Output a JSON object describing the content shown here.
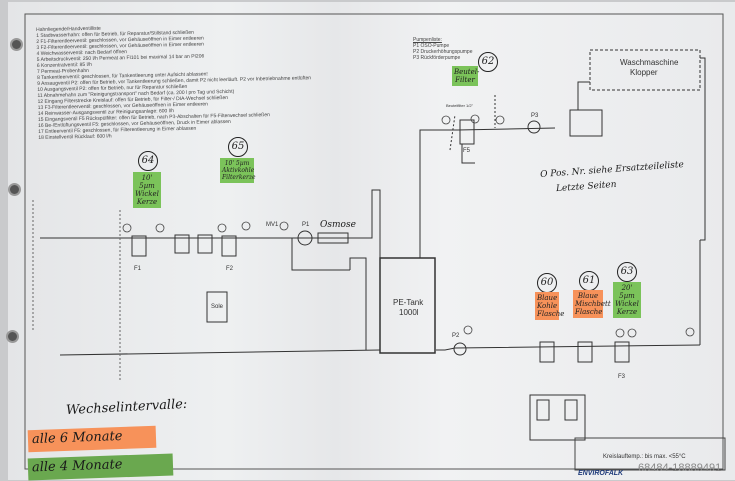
{
  "legend": {
    "title": "Hahnliegende/Handventilliste",
    "items": [
      "1  Stadtwasserhahn: offen für Betrieb, für Reparatur/Stillstand schließen",
      "2  F1-Filterentleerventil: geschlossen, vor Gehäuseöffnen in Eimer entleeren",
      "3  F2-Filterentleerventil: geschlossen, vor Gehäuseöffnen in Eimer entleeren",
      "4  Weichwasserventil: nach Bedarf öffnen",
      "5  Arbeitsdruckventil: 250 l/h Permeat an FI101 bei maximal 14 bar an PI206",
      "6  Konzentratventil: 85 l/h",
      "7  Permeat-Probenhahn",
      "8  Tankentleerventil: geschlossen, für Tankentleerung unter Aufsicht ablassen!",
      "9  Ansaugventil P2: offen für Betrieb, vor Tankentleerung schließen, damit P2 nicht leerläuft. P2 vor Inbetriebnahme entlüften",
      "10 Ausgangsventil P2: offen für Betrieb, nur für Reparatur schließen",
      "11 Abnahmehahn zum \"Reinigungstransport\" nach Bedarf (ca. 200 l pro Tag und Schicht)",
      "12 Eingang Filterstrecke Kreislauf: offen für Betrieb, für Filter-/ DIA-Wechsel schließen",
      "13 F3-Filterentleerventil: geschlossen, vor Gehäuseöffnen in Eimer entleeren",
      "14 Reinwasser-Ausgangsventil zur Reinigungsanlage: 600 l/h",
      "15 Eingangsventil F5 Rückspülfilter: offen für Betrieb, nach P3-Abschalten für F5-Filterwechsel schließen",
      "16 Be-/Entlüftungsventil F5: geschlossen, vor Gehäuseöffnen, Druck in Eimer ablassen",
      "17 Entleerventil F5: geschlossen, für Filterentleerung in Eimer ablassen",
      "18 Einstellventil Rücklauf: 600 l/h"
    ]
  },
  "pumps": {
    "title": "Pumpenliste:",
    "items": [
      "P1 OSO-Pumpe",
      "P2 Druckerhöhungspumpe",
      "P3 Rückförderpumpe"
    ]
  },
  "components": {
    "f1": "F1",
    "f2": "F2",
    "f3": "F3",
    "f5": "F5",
    "p1": "P1",
    "p2": "P2",
    "p3": "P3",
    "mv1": "MV1",
    "osmose": "Osmose",
    "tank_line1": "PE-Tank",
    "tank_line2": "1000l",
    "sole": "Sole",
    "washer_line1": "Waschmaschine",
    "washer_line2": "Klopper",
    "beutelfilter": "Beutelfilter 1/2\""
  },
  "annotations": [
    {
      "num": "62",
      "text": "Beutel-Filter",
      "color": "green"
    },
    {
      "num": "64",
      "text": "10' 5µm Wickel Kerze",
      "color": "green"
    },
    {
      "num": "65",
      "text": "10' 5µm Aktivkohle Filterkerze",
      "color": "green"
    },
    {
      "num": "60",
      "text": "Blaue Kohle Flasche",
      "color": "orange"
    },
    {
      "num": "61",
      "text": "Blaue Mischbett Flasche",
      "color": "orange"
    },
    {
      "num": "63",
      "text": "20' 5µm Wickel Kerze",
      "color": "green"
    }
  ],
  "pos_note": {
    "line1": "O Pos. Nr. siehe Ersatzteileliste",
    "line2": "Letzte Seiten"
  },
  "intervals": {
    "title": "Wechselintervalle:",
    "six": "alle 6 Monate",
    "four": "alle 4 Monate"
  },
  "temp_note": "Kreislauftemp.: bis max. <55°C",
  "brand": "ENVIROFALK",
  "watermark": "68484-18889491",
  "colors": {
    "green": "#7bc35a",
    "orange": "#f7925a"
  }
}
